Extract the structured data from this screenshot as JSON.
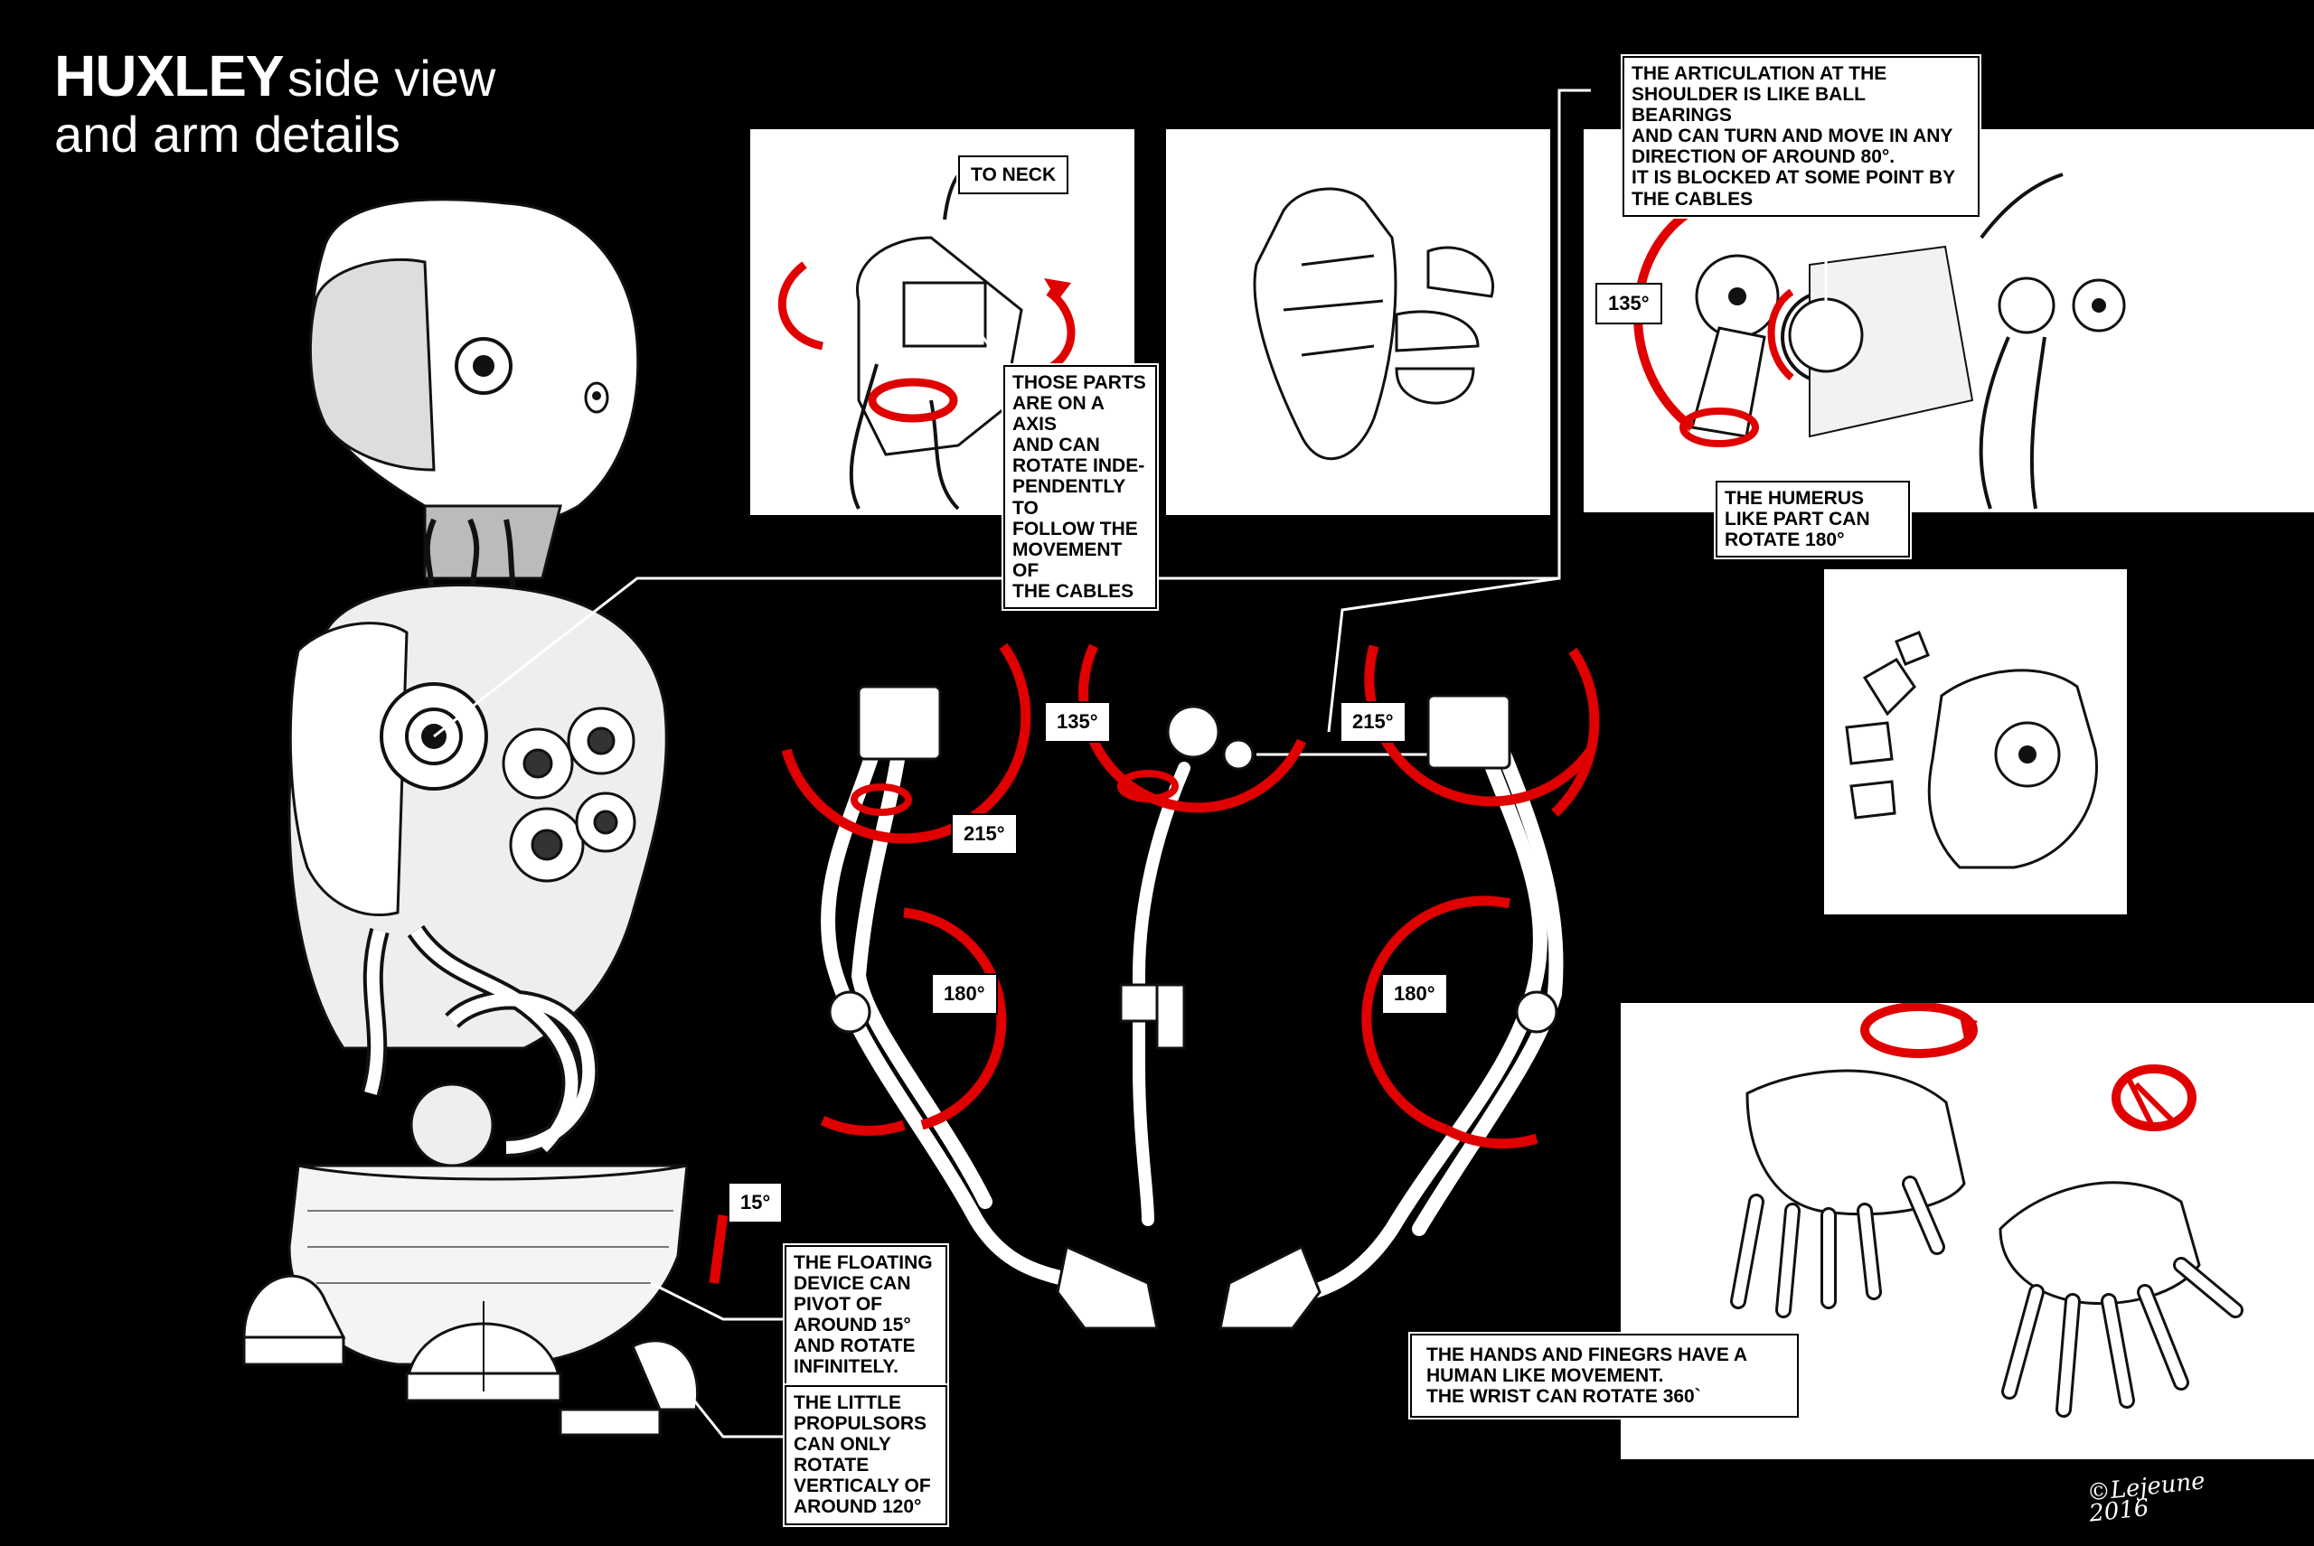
{
  "title": {
    "main": "HUXLEY",
    "rest": "side view",
    "line2": "and arm details"
  },
  "labels": {
    "to_neck": "TO NECK",
    "axis_parts": "THOSE PARTS\nARE ON A AXIS\nAND CAN\nROTATE INDE-\nPENDENTLY TO\nFOLLOW THE\nMOVEMENT OF\nTHE CABLES",
    "shoulder": "THE ARTICULATION AT THE\nSHOULDER IS LIKE BALL BEARINGS\nAND CAN TURN AND MOVE IN ANY\nDIRECTION OF AROUND 80°.\nIT IS BLOCKED AT SOME POINT BY\nTHE CABLES",
    "humerus": "THE HUMERUS\nLIKE PART CAN\nROTATE 180°",
    "floating": "THE FLOATING\nDEVICE CAN\nPIVOT OF\nAROUND 15°\nAND ROTATE\nINFINITELY.",
    "propulsors": "THE LITTLE\nPROPULSORS\nCAN ONLY\nROTATE\nVERTICALY OF\nAROUND 120°",
    "hands": "THE HANDS AND FINEGRS HAVE A\nHUMAN LIKE MOVEMENT.\nTHE WRIST CAN ROTATE 360`"
  },
  "angles": {
    "a135_top": "135°",
    "a135_mid": "135°",
    "a215_left": "215°",
    "a215_right": "215°",
    "a180_left": "180°",
    "a180_right": "180°",
    "a15": "15°"
  },
  "signature": "©Lejeune\n2016",
  "colors": {
    "accent": "#e00000",
    "background": "#000000",
    "panel": "#ffffff"
  }
}
